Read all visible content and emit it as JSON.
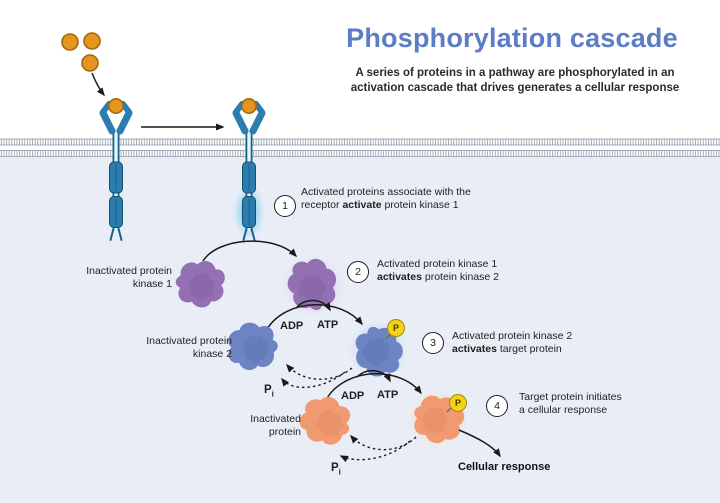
{
  "title": "Phosphorylation cascade",
  "subtitle": {
    "line1": "A series of proteins in a pathway are phosphorylated in an",
    "line2": "activation cascade that drives generates a cellular response"
  },
  "steps": [
    {
      "num": "1",
      "pre": "Activated proteins associate with the receptor ",
      "bold": "activate",
      "post": " protein kinase 1"
    },
    {
      "num": "2",
      "pre": "Activated protein kinase 1 ",
      "bold": "activates",
      "post": " protein kinase 2"
    },
    {
      "num": "3",
      "pre": "Activated protein kinase 2 ",
      "bold": "activates",
      "post": " target protein"
    },
    {
      "num": "4",
      "pre": "Target protein initiates a cellular response",
      "bold": "",
      "post": ""
    }
  ],
  "labels": {
    "inactive_kinase1": "Inactivated protein kinase 1",
    "inactive_kinase2": "Inactivated protein kinase 2",
    "inactive_protein": "Inactivated protein",
    "cellular_response": "Cellular response"
  },
  "reactions": {
    "adp": "ADP",
    "atp": "ATP",
    "pi_p": "P",
    "pi_i": "i",
    "phosphate": "P"
  },
  "colors": {
    "title_blue": "#5d7cc6",
    "receptor_teal": "#2b7db0",
    "ligand_orange": "#e5941f",
    "kinase1_purple": "#9370b2",
    "kinase2_blue": "#6d84c2",
    "target_orange": "#f19a72",
    "phosphate_yellow": "#f5d118",
    "cytoplasm_bg": "#e9eef6",
    "membrane_gray": "#9aa6b2"
  }
}
